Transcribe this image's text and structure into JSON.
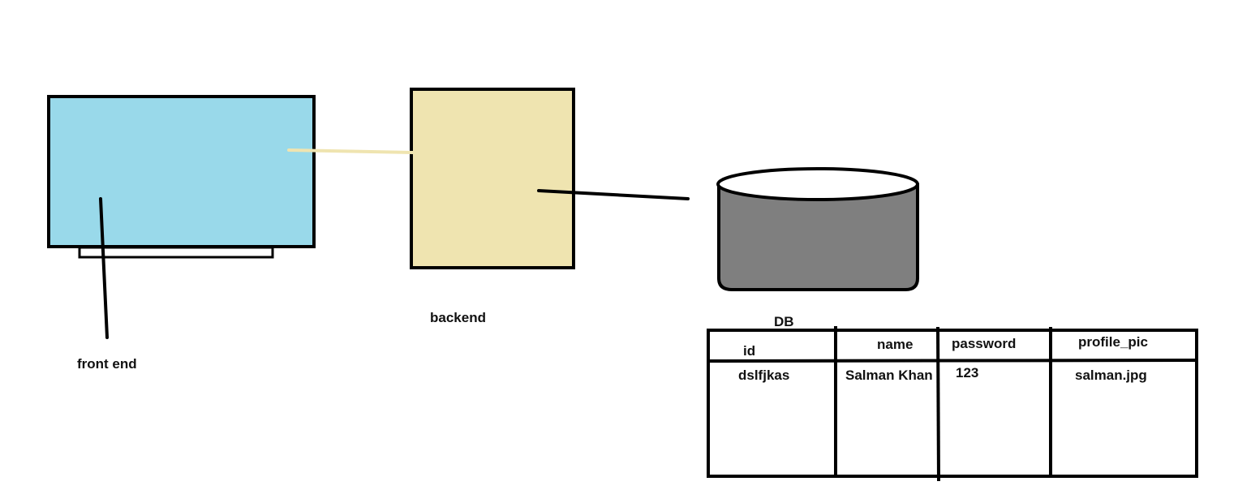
{
  "labels": {
    "frontend": "front end",
    "backend": "backend",
    "db": "DB"
  },
  "table": {
    "headers": [
      "id",
      "name",
      "password",
      "profile_pic"
    ],
    "rows": [
      [
        "dslfjkas",
        "Salman Khan",
        "123",
        "salman.jpg"
      ]
    ]
  },
  "colors": {
    "frontend_fill": "#99d9ea",
    "backend_fill": "#efe4b0",
    "db_fill": "#7f7f7f",
    "connector_front_back": "#efe4b0",
    "stroke": "#000000"
  }
}
